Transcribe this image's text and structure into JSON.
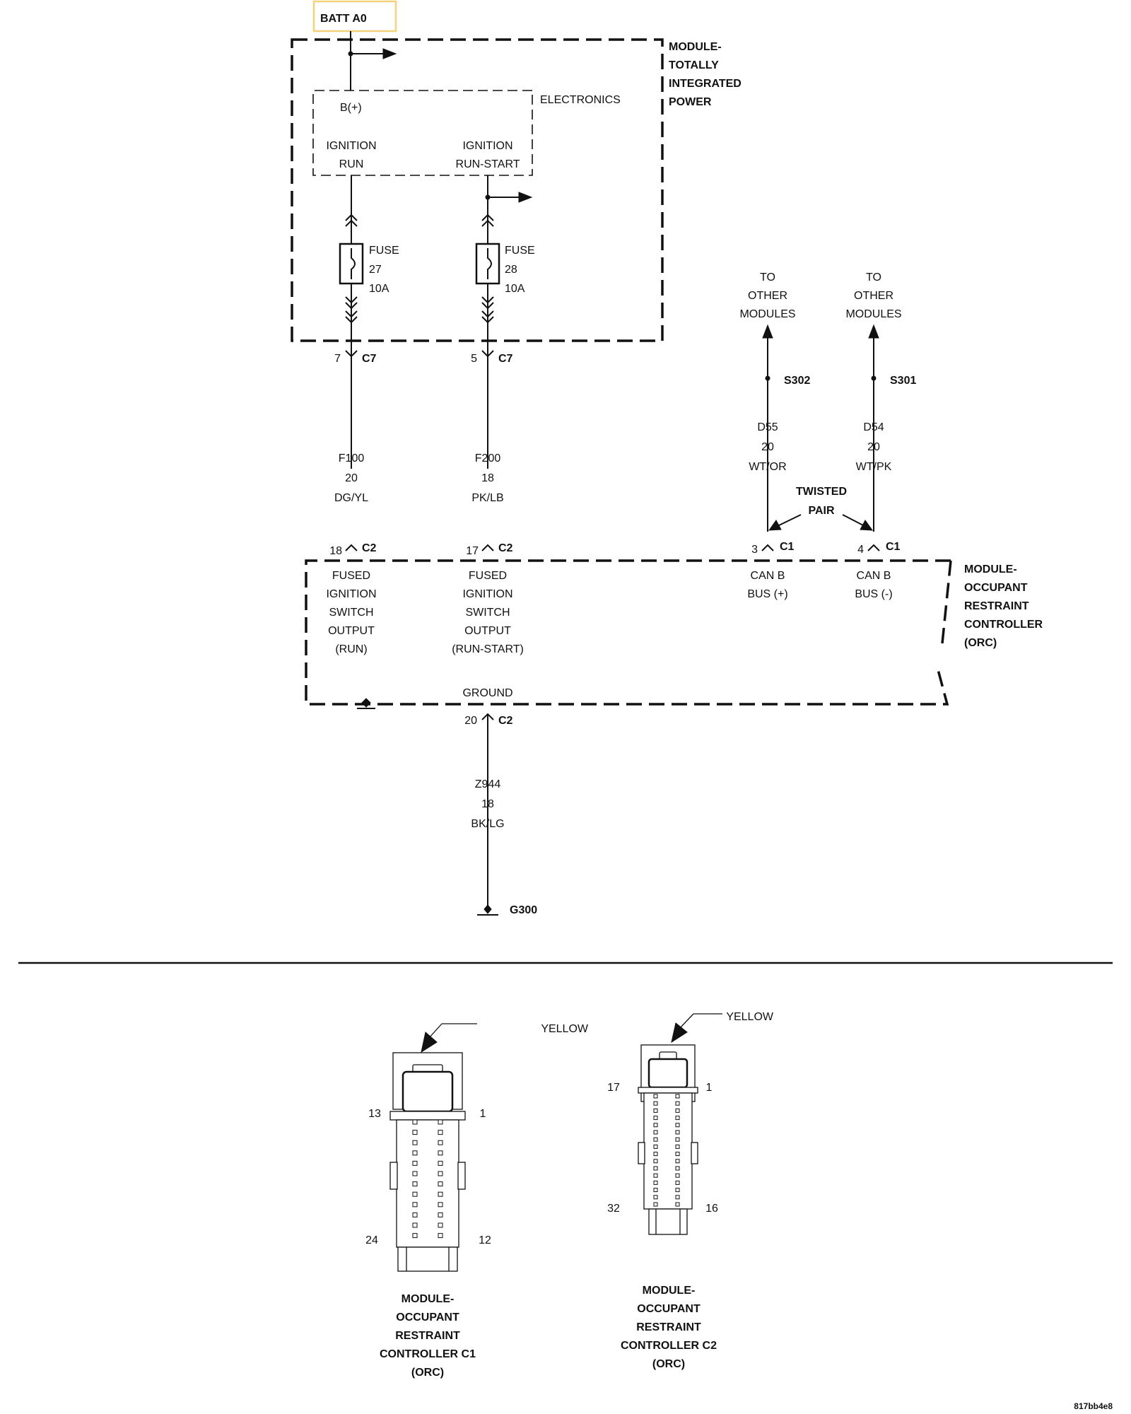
{
  "batt_label": "BATT A0",
  "tip_module": [
    "MODULE-",
    "TOTALLY",
    "INTEGRATED",
    "POWER"
  ],
  "electronics": "ELECTRONICS",
  "b_plus": "B(+)",
  "ign_run": [
    "IGNITION",
    "RUN"
  ],
  "ign_run_start": [
    "IGNITION",
    "RUN-START"
  ],
  "fuses": [
    {
      "label": "FUSE",
      "number": "27",
      "rating": "10A"
    },
    {
      "label": "FUSE",
      "number": "28",
      "rating": "10A"
    }
  ],
  "connectors": {
    "c7_a": {
      "pin": "7",
      "name": "C7"
    },
    "c7_b": {
      "pin": "5",
      "name": "C7"
    },
    "c2_a": {
      "pin": "18",
      "name": "C2"
    },
    "c2_b": {
      "pin": "17",
      "name": "C2"
    },
    "c1_a": {
      "pin": "3",
      "name": "C1"
    },
    "c1_b": {
      "pin": "4",
      "name": "C1"
    },
    "c2_gnd": {
      "pin": "20",
      "name": "C2"
    }
  },
  "wires": {
    "f100": [
      "F100",
      "20",
      "DG/YL"
    ],
    "f200": [
      "F200",
      "18",
      "PK/LB"
    ],
    "d55": [
      "D55",
      "20",
      "WT/OR"
    ],
    "d54": [
      "D54",
      "20",
      "WT/PK"
    ],
    "z944": [
      "Z944",
      "18",
      "BK/LG"
    ]
  },
  "to_other_modules": [
    "TO",
    "OTHER",
    "MODULES"
  ],
  "splices": {
    "s302": "S302",
    "s301": "S301"
  },
  "twisted_pair": [
    "TWISTED",
    "PAIR"
  ],
  "orc_module": [
    "MODULE-",
    "OCCUPANT",
    "RESTRAINT",
    "CONTROLLER",
    "(ORC)"
  ],
  "orc_pins": {
    "run": [
      "FUSED",
      "IGNITION",
      "SWITCH",
      "OUTPUT",
      "(RUN)"
    ],
    "run_start": [
      "FUSED",
      "IGNITION",
      "SWITCH",
      "OUTPUT",
      "(RUN-START)"
    ],
    "can_plus": [
      "CAN B",
      "BUS (+)"
    ],
    "can_minus": [
      "CAN B",
      "BUS (-)"
    ],
    "ground": "GROUND"
  },
  "ground_label": "G300",
  "connector_views": [
    {
      "color": "YELLOW",
      "pins": {
        "top_left": "13",
        "top_right": "1",
        "bottom_left": "24",
        "bottom_right": "12"
      },
      "caption": [
        "MODULE-",
        "OCCUPANT",
        "RESTRAINT",
        "CONTROLLER C1",
        "(ORC)"
      ]
    },
    {
      "color": "YELLOW",
      "pins": {
        "top_left": "17",
        "top_right": "1",
        "bottom_left": "32",
        "bottom_right": "16"
      },
      "caption": [
        "MODULE-",
        "OCCUPANT",
        "RESTRAINT",
        "CONTROLLER C2",
        "(ORC)"
      ]
    }
  ],
  "image_code": "817bb4e8"
}
